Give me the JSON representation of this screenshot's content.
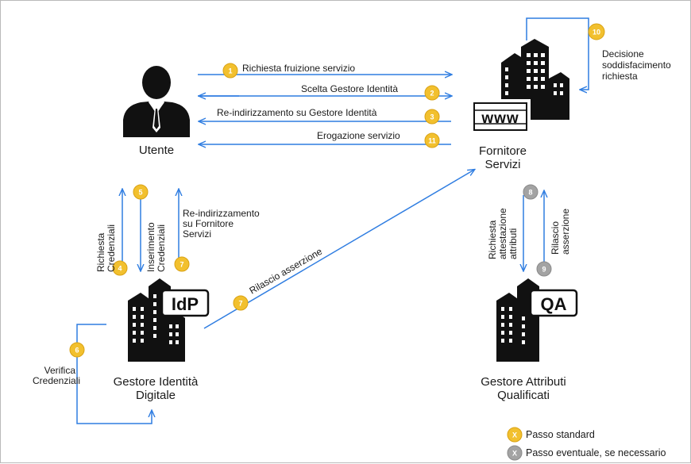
{
  "colors": {
    "arrow": "#2f7de1",
    "standard_badge": "#f2c02e",
    "standard_badge_border": "#d9a214",
    "optional_badge": "#a3a3a3",
    "optional_badge_border": "#8a8a8a",
    "icon": "#111111"
  },
  "nodes": {
    "user": "Utente",
    "sp_line1": "Fornitore",
    "sp_line2": "Servizi",
    "idp_line1": "Gestore Identità",
    "idp_line2": "Digitale",
    "qa_line1": "Gestore Attributi",
    "qa_line2": "Qualificati",
    "idp_tag": "IdP",
    "qa_tag": "QA",
    "www": "www"
  },
  "steps": {
    "s1": "Richiesta fruizione servizio",
    "s2": "Scelta Gestore Identità",
    "s3": "Re-indirizzamento su Gestore  Identità",
    "s11": "Erogazione servizio",
    "s10_line1": "Decisione",
    "s10_line2": "soddisfacimento",
    "s10_line3": "richiesta",
    "s4_line1": "Richiesta",
    "s4_line2": "Credenziali",
    "s5_line1": "Inserimento",
    "s5_line2": "Credenziali",
    "s7a_line1": "Re-indirizzamento",
    "s7a_line2": "su Fornitore",
    "s7a_line3": "Servizi",
    "s7b": "Rilascio asserzione",
    "s6_line1": "Verifica",
    "s6_line2": "Credenziali",
    "s8_line1": "Richiesta",
    "s8_line2": "attestazione",
    "s8_line3": "attributi",
    "s9_line1": "Rilascio",
    "s9_line2": "asserzione"
  },
  "badges": {
    "b1": "1",
    "b2": "2",
    "b3": "3",
    "b4": "4",
    "b5": "5",
    "b6": "6",
    "b7a": "7",
    "b7b": "7",
    "b8": "8",
    "b9": "9",
    "b10": "10",
    "b11": "11"
  },
  "legend": {
    "marker": "X",
    "standard": "Passo standard",
    "optional": "Passo eventuale, se necessario"
  }
}
